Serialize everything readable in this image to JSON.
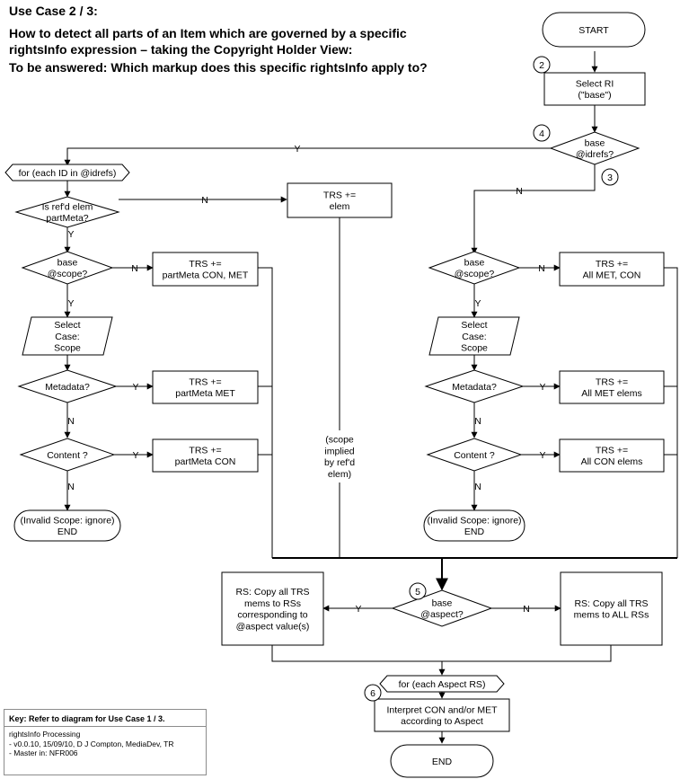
{
  "header": {
    "use_case": "Use Case 2 / 3:",
    "line1": "How to detect all parts of an Item which are governed by a specific",
    "line2": "rightsInfo expression – taking the Copyright Holder View:",
    "question": "To be answered: Which markup does this specific rightsInfo apply to?"
  },
  "key": {
    "title": "Key: Refer to diagram for Use Case 1 / 3.",
    "lines": [
      "rightsInfo Processing",
      "- v0.0.10, 15/09/10, D J Compton, MediaDev, TR",
      "- Master in: NFR006"
    ]
  },
  "nodes": {
    "start": "START",
    "select_ri": [
      "Select RI",
      "(\"base\")"
    ],
    "base_idrefs": [
      "base",
      "@idrefs?"
    ],
    "for_each_id": "for (each ID in @idrefs)",
    "is_refd_partmeta": [
      "Is ref'd elem",
      "partMeta?"
    ],
    "trs_elem": [
      "TRS +=",
      "elem"
    ],
    "left_base_scope": [
      "base",
      "@scope?"
    ],
    "left_trs_con_met": [
      "TRS +=",
      "partMeta CON, MET"
    ],
    "left_select_case": [
      "Select",
      "Case:",
      "Scope"
    ],
    "left_metadata": "Metadata?",
    "left_trs_met": [
      "TRS +=",
      "partMeta MET"
    ],
    "left_content": "Content ?",
    "left_trs_con": [
      "TRS +=",
      "partMeta CON"
    ],
    "left_invalid": [
      "(Invalid Scope: ignore)",
      "END"
    ],
    "scope_note": [
      "(scope",
      "implied",
      "by ref'd",
      "elem)"
    ],
    "right_base_scope": [
      "base",
      "@scope?"
    ],
    "right_trs_all_met_con": [
      "TRS +=",
      "All MET, CON"
    ],
    "right_select_case": [
      "Select",
      "Case:",
      "Scope"
    ],
    "right_metadata": "Metadata?",
    "right_trs_all_met": [
      "TRS +=",
      "All MET elems"
    ],
    "right_content": "Content ?",
    "right_trs_all_con": [
      "TRS +=",
      "All CON elems"
    ],
    "right_invalid": [
      "(Invalid Scope: ignore)",
      "END"
    ],
    "base_aspect": [
      "base",
      "@aspect?"
    ],
    "rs_copy_aspect": [
      "RS: Copy all TRS",
      "mems to RSs",
      "corresponding to",
      "@aspect value(s)"
    ],
    "rs_copy_all": [
      "RS: Copy all TRS",
      "mems to ALL RSs"
    ],
    "for_each_aspect": "for (each Aspect RS)",
    "interpret": [
      "Interpret CON and/or MET",
      "according to Aspect"
    ],
    "end": "END"
  },
  "step_numbers": [
    "2",
    "4",
    "3",
    "5",
    "6"
  ],
  "edge_labels": {
    "yes": "Y",
    "no": "N"
  }
}
